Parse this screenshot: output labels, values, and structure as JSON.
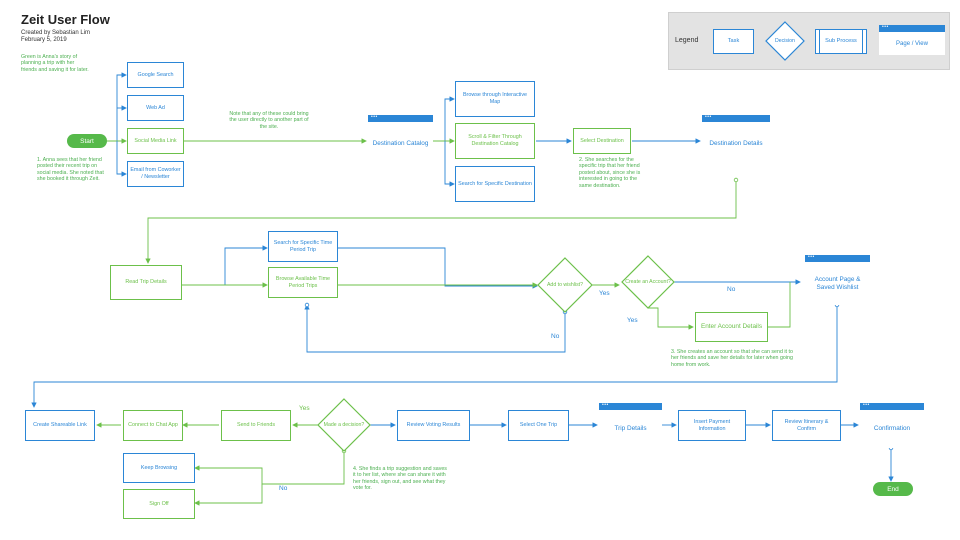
{
  "header": {
    "title": "Zeit User Flow",
    "created_by": "Created by Sebastian Lim",
    "date": "February 5, 2019",
    "intro": "Green is Anna's story of planning a trip with her friends and saving it for later."
  },
  "legend": {
    "title": "Legend",
    "task": "Task",
    "decision": "Decision",
    "subprocess": "Sub Process",
    "page": "Page / View"
  },
  "nodes": {
    "start": "Start",
    "end": "End",
    "google_search": "Google Search",
    "web_ad": "Web Ad",
    "social_media_link": "Social Media Link",
    "email": "Email from Coworker / Newsletter",
    "destination_catalog": "Destination Catalog",
    "browse_map": "Browse through Interactive Map",
    "scroll_filter": "Scroll & Filter Through Destination Catalog",
    "search_destination": "Search for Specific Destination",
    "select_destination": "Select Destination",
    "destination_details": "Destination Details",
    "read_trip": "Read Trip Details",
    "search_time_period": "Search for Specific Time Period Trip",
    "browse_time_period": "Browse Available Time Period Trips",
    "add_wishlist": "Add to wishlist?",
    "create_account_q": "Create an Account?",
    "enter_account": "Enter Account Details",
    "account_page": "Account Page & Saved Wishlist",
    "create_link": "Create Shareable Link",
    "connect_chat": "Connect to Chat App",
    "send_friends": "Send to Friends",
    "made_decision": "Made a decision?",
    "review_voting": "Review Voting Results",
    "select_trip": "Select One Trip",
    "trip_details": "Trip Details",
    "insert_payment": "Insert Payment Information",
    "review_itinerary": "Review Itinerary & Confirm",
    "confirmation": "Confirmation",
    "keep_browsing": "Keep Browsing",
    "sign_off": "Sign Off"
  },
  "edges": {
    "yes": "Yes",
    "no": "No"
  },
  "notes": {
    "n1": "1. Anna sees that her friend posted their recent trip on social media. She noted that she booked it through Zeit.",
    "channels": "Note that any of these could bring the user directly to another part of the site.",
    "n2": "2. She searches for the specific trip that her friend posted about, since she is interested in going to the same destination.",
    "n3": "3. She creates an account so that she can send it to her friends and save her details for later when going home from work.",
    "n4": "4. She finds a trip suggestion and saves it to her list, where she can share it with her friends, sign out, and see what they vote for."
  },
  "colors": {
    "blue": "#2b86d6",
    "green": "#6cc04a",
    "start_end": "#56b94a",
    "legend_bg": "#e3e3e3"
  }
}
